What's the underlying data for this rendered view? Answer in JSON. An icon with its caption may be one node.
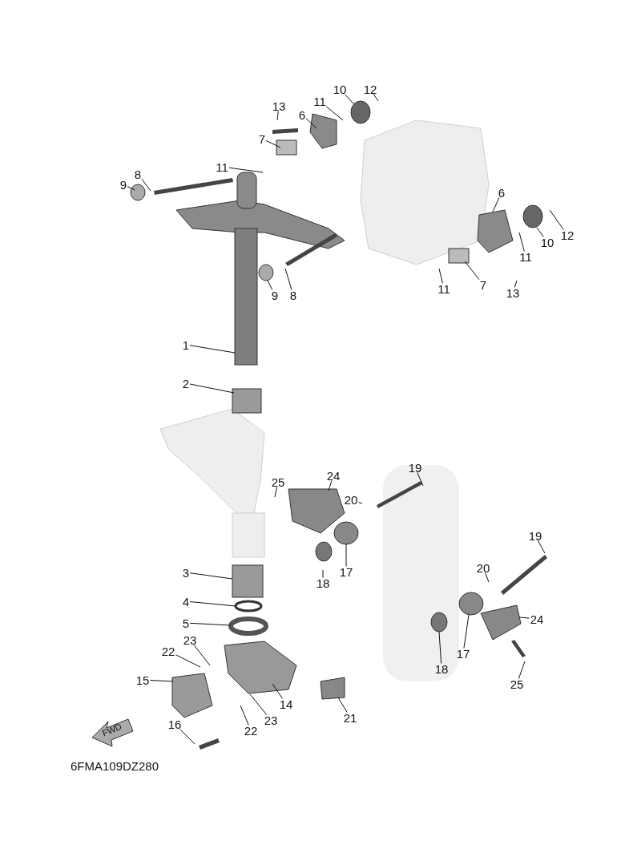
{
  "diagram": {
    "nodes": [
      {
        "text": [
          "13"
        ]
      },
      {
        "text": [
          "10"
        ]
      },
      {
        "text": [
          "12"
        ]
      },
      {
        "text": [
          "11"
        ]
      },
      {
        "text": [
          "6"
        ]
      },
      {
        "text": [
          "7"
        ]
      },
      {
        "text": [
          "11"
        ]
      },
      {
        "text": [
          "9"
        ]
      },
      {
        "text": [
          "8"
        ]
      },
      {
        "text": [
          "6"
        ]
      },
      {
        "text": [
          "12"
        ]
      },
      {
        "text": [
          "10"
        ]
      },
      {
        "text": [
          "11"
        ]
      },
      {
        "text": [
          "9"
        ]
      },
      {
        "text": [
          "8"
        ]
      },
      {
        "text": [
          "7"
        ]
      },
      {
        "text": [
          "11"
        ]
      },
      {
        "text": [
          "13"
        ]
      },
      {
        "text": [
          "1"
        ]
      },
      {
        "text": [
          "2"
        ]
      },
      {
        "text": [
          "19"
        ]
      },
      {
        "text": [
          "25"
        ]
      },
      {
        "text": [
          "24"
        ]
      },
      {
        "text": [
          "20"
        ]
      },
      {
        "text": [
          "17"
        ]
      },
      {
        "text": [
          "18"
        ]
      },
      {
        "text": [
          "19"
        ]
      },
      {
        "text": [
          "20"
        ]
      },
      {
        "text": [
          "3"
        ]
      },
      {
        "text": [
          "4"
        ]
      },
      {
        "text": [
          "5"
        ]
      },
      {
        "text": [
          "24"
        ]
      },
      {
        "text": [
          "23"
        ]
      },
      {
        "text": [
          "22"
        ]
      },
      {
        "text": [
          "17"
        ]
      },
      {
        "text": [
          "18"
        ]
      },
      {
        "text": [
          "15"
        ]
      },
      {
        "text": [
          "14"
        ]
      },
      {
        "text": [
          "21"
        ]
      },
      {
        "text": [
          "22"
        ]
      },
      {
        "text": [
          "23"
        ]
      },
      {
        "text": [
          "25"
        ]
      },
      {
        "text": [
          "16"
        ]
      }
    ],
    "edges": [
      {
        "from": 0,
        "to": null,
        "arrow": "none"
      },
      {
        "from": 1,
        "to": null,
        "arrow": "none"
      },
      {
        "from": 2,
        "to": null,
        "arrow": "none"
      },
      {
        "from": 3,
        "to": null,
        "arrow": "none"
      },
      {
        "from": 4,
        "to": null,
        "arrow": "none"
      },
      {
        "from": 5,
        "to": null,
        "arrow": "none"
      },
      {
        "from": 6,
        "to": null,
        "arrow": "none"
      },
      {
        "from": 7,
        "to": null,
        "arrow": "none"
      },
      {
        "from": 8,
        "to": null,
        "arrow": "none"
      },
      {
        "from": 9,
        "to": null,
        "arrow": "none"
      },
      {
        "from": 10,
        "to": null,
        "arrow": "none"
      },
      {
        "from": 11,
        "to": null,
        "arrow": "none"
      },
      {
        "from": 12,
        "to": null,
        "arrow": "none"
      },
      {
        "from": 13,
        "to": null,
        "arrow": "none"
      },
      {
        "from": 14,
        "to": null,
        "arrow": "none"
      },
      {
        "from": 15,
        "to": null,
        "arrow": "none"
      },
      {
        "from": 16,
        "to": null,
        "arrow": "none"
      },
      {
        "from": 17,
        "to": null,
        "arrow": "none"
      },
      {
        "from": 18,
        "to": null,
        "arrow": "none"
      },
      {
        "from": 19,
        "to": null,
        "arrow": "none"
      },
      {
        "from": 20,
        "to": null,
        "arrow": "none"
      },
      {
        "from": 21,
        "to": null,
        "arrow": "none"
      },
      {
        "from": 22,
        "to": null,
        "arrow": "none"
      },
      {
        "from": 23,
        "to": null,
        "arrow": "none"
      },
      {
        "from": 24,
        "to": null,
        "arrow": "none"
      },
      {
        "from": 25,
        "to": null,
        "arrow": "none"
      },
      {
        "from": 26,
        "to": null,
        "arrow": "none"
      },
      {
        "from": 27,
        "to": null,
        "arrow": "none"
      },
      {
        "from": 28,
        "to": null,
        "arrow": "none"
      },
      {
        "from": 29,
        "to": null,
        "arrow": "none"
      },
      {
        "from": 30,
        "to": null,
        "arrow": "none"
      },
      {
        "from": 31,
        "to": null,
        "arrow": "none"
      },
      {
        "from": 32,
        "to": null,
        "arrow": "none"
      },
      {
        "from": 33,
        "to": null,
        "arrow": "none"
      },
      {
        "from": 34,
        "to": null,
        "arrow": "none"
      },
      {
        "from": 35,
        "to": null,
        "arrow": "none"
      },
      {
        "from": 36,
        "to": null,
        "arrow": "none"
      },
      {
        "from": 37,
        "to": null,
        "arrow": "none"
      },
      {
        "from": 38,
        "to": null,
        "arrow": "none"
      },
      {
        "from": 39,
        "to": null,
        "arrow": "none"
      },
      {
        "from": 40,
        "to": null,
        "arrow": "none"
      },
      {
        "from": 41,
        "to": null,
        "arrow": "none"
      },
      {
        "from": 42,
        "to": null,
        "arrow": "none"
      }
    ],
    "labels": [
      "FWD",
      "6FMA109DZ280"
    ]
  }
}
